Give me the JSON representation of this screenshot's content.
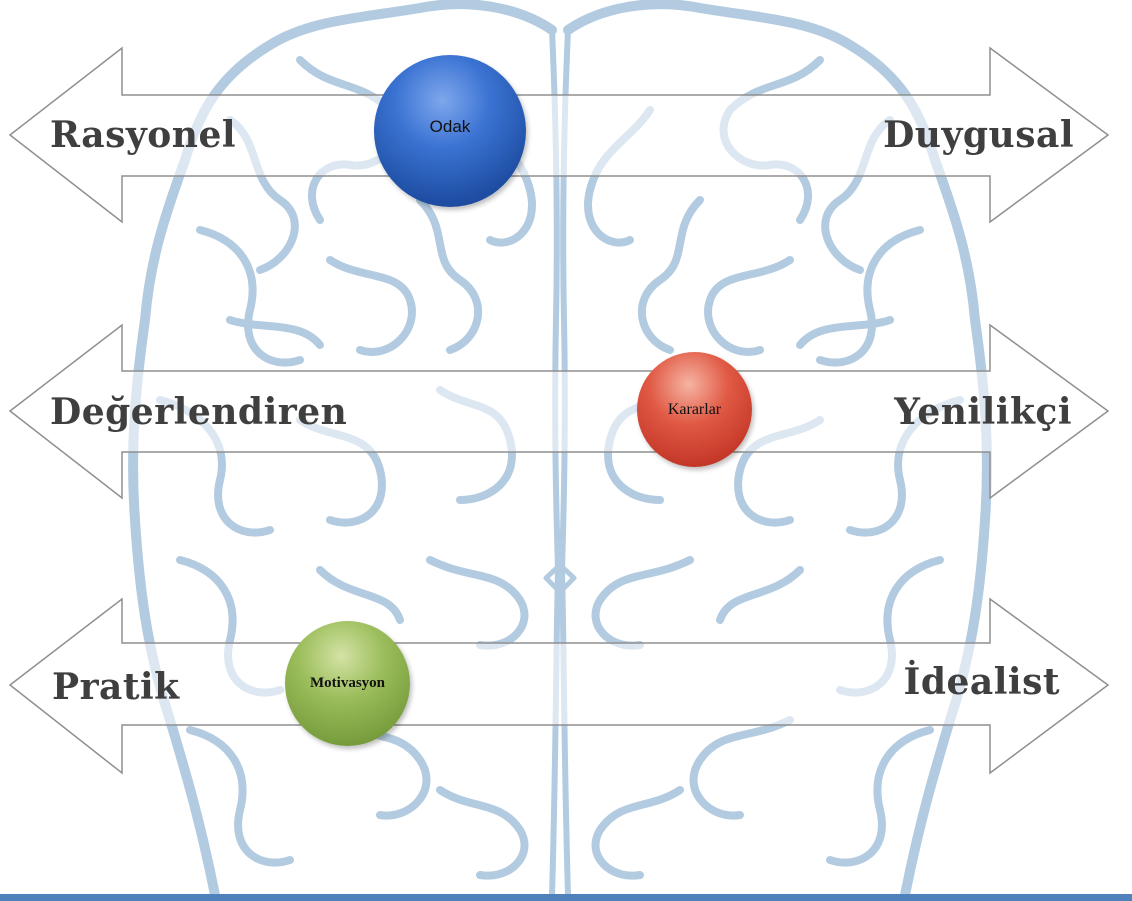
{
  "diagram": {
    "axes": [
      {
        "left_label": "Rasyonel",
        "right_label": "Duygusal"
      },
      {
        "left_label": "Değerlendiren",
        "right_label": "Yenilikçi"
      },
      {
        "left_label": "Pratik",
        "right_label": "İdealist"
      }
    ],
    "bubbles": [
      {
        "label": "Odak",
        "color": "#2f63c0"
      },
      {
        "label": "Kararlar",
        "color": "#d94a38"
      },
      {
        "label": "Motivasyon",
        "color": "#8aad4e"
      }
    ]
  },
  "colors": {
    "brain_outline": "#b3cbe0",
    "arrow_stroke": "#8f8f8f",
    "label_text": "#3f3f3f",
    "footer_bar": "#4f81bd"
  }
}
